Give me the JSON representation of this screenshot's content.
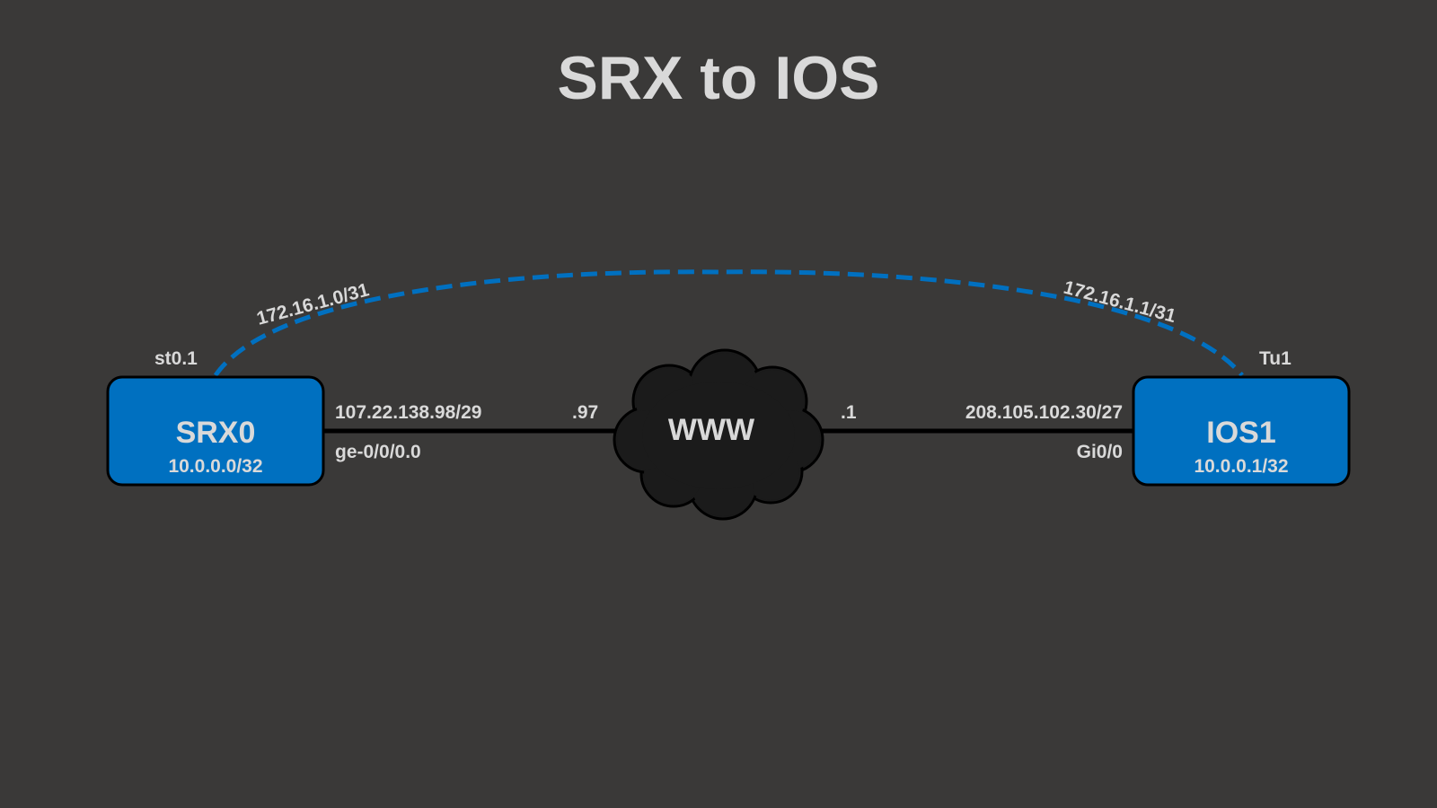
{
  "title": "SRX to IOS",
  "nodes": {
    "srx": {
      "name": "SRX0",
      "address": "10.0.0.0/32",
      "color": "#0070c0"
    },
    "ios": {
      "name": "IOS1",
      "address": "10.0.0.1/32",
      "color": "#0070c0"
    }
  },
  "cloud": {
    "label": "WWW",
    "color": "#1b1b1b"
  },
  "links": {
    "srx_wan": {
      "subnet": "107.22.138.98/29",
      "interface": "ge-0/0/0.0",
      "peer_host": ".97"
    },
    "ios_wan": {
      "subnet": "208.105.102.30/27",
      "interface": "Gi0/0",
      "peer_host": ".1"
    }
  },
  "tunnel": {
    "color": "#0070c0",
    "srx_interface": "st0.1",
    "srx_address": "172.16.1.0/31",
    "ios_interface": "Tu1",
    "ios_address": "172.16.1.1/31"
  },
  "colors": {
    "background": "#3a3938",
    "text": "#d9d9d9",
    "link": "#000000"
  }
}
